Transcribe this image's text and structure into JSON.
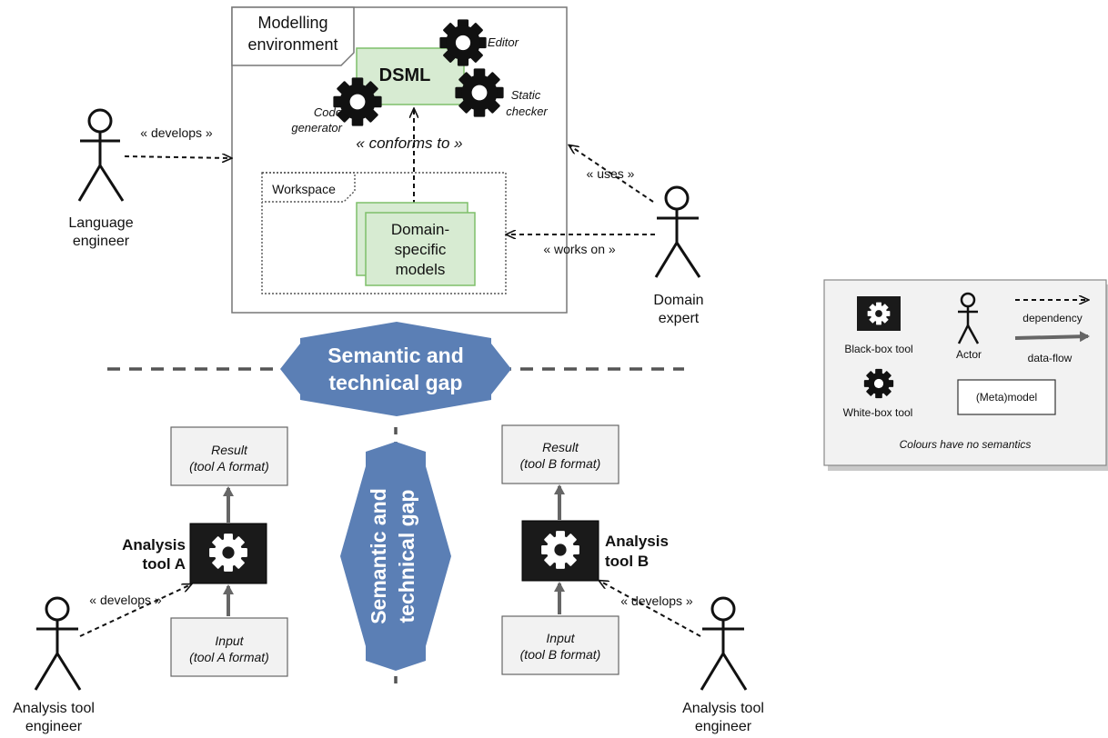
{
  "top": {
    "env_title_1": "Modelling",
    "env_title_2": "environment",
    "dsml": "DSML",
    "editor": "Editor",
    "static_1": "Static",
    "static_2": "checker",
    "codegen_1": "Code",
    "codegen_2": "generator",
    "conforms": "« conforms to »",
    "workspace": "Workspace",
    "models_1": "Domain-",
    "models_2": "specific",
    "models_3": "models",
    "lang_develops": "« develops »",
    "lang_eng_1": "Language",
    "lang_eng_2": "engineer",
    "uses": "« uses »",
    "works_on": "« works on »",
    "domain_1": "Domain",
    "domain_2": "expert"
  },
  "gap": {
    "h_1": "Semantic and",
    "h_2": "technical gap",
    "v_1": "Semantic and",
    "v_2": "technical gap"
  },
  "tool_a": {
    "result_1": "Result",
    "result_2": "(tool A format)",
    "name_1": "Analysis",
    "name_2": "tool A",
    "develops": "« develops »",
    "input_1": "Input",
    "input_2": "(tool A format)",
    "eng_1": "Analysis tool",
    "eng_2": "engineer"
  },
  "tool_b": {
    "result_1": "Result",
    "result_2": "(tool B format)",
    "name_1": "Analysis",
    "name_2": "tool B",
    "develops": "« develops »",
    "input_1": "Input",
    "input_2": "(tool B format)",
    "eng_1": "Analysis tool",
    "eng_2": "engineer"
  },
  "legend": {
    "black_box": "Black-box tool",
    "actor": "Actor",
    "dependency": "dependency",
    "data_flow": "data-flow",
    "white_box": "White-box tool",
    "metamodel": "(Meta)model",
    "note": "Colours have no semantics"
  },
  "colors": {
    "gap_fill": "#5b7fb5",
    "model_fill": "#d7ebd2",
    "model_stroke": "#7fbf6a",
    "box_fill": "#f2f2f2",
    "tool_fill": "#1a1a1a"
  }
}
